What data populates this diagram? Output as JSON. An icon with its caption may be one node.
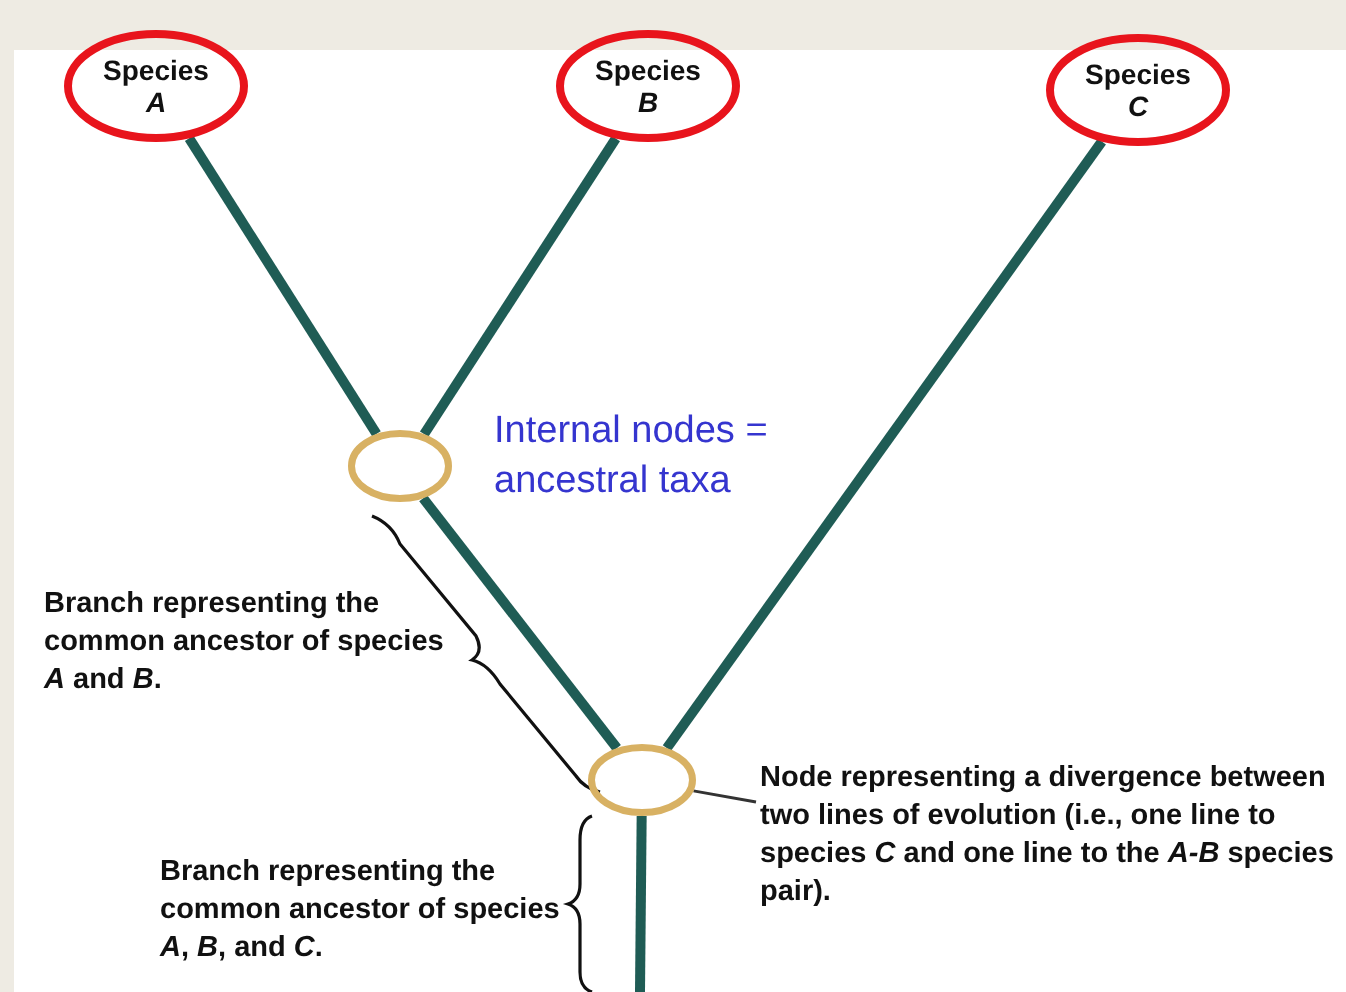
{
  "diagram": {
    "nodes": [
      {
        "text": [
          "Species *A*"
        ]
      },
      {
        "text": [
          "Species *B*"
        ]
      },
      {
        "text": [
          "Species *C*"
        ]
      },
      {
        "text": [],
        "shape": "circle"
      },
      {
        "text": [],
        "shape": "circle"
      },
      {
        "text": [
          "Node representing a divergence between two lines of evolution (i.e., one line to species *C* and one line to the *A-B* species pair)."
        ]
      }
    ],
    "edges": [
      {
        "from": 0,
        "to": 3,
        "arrow": "none"
      },
      {
        "from": 1,
        "to": 3,
        "arrow": "none"
      },
      {
        "from": 3,
        "to": 4,
        "arrow": "none"
      },
      {
        "from": 2,
        "to": 4,
        "arrow": "none"
      },
      {
        "from": 4,
        "to": null,
        "arrow": "none"
      },
      {
        "from": 5,
        "to": 4,
        "arrow": "none"
      }
    ],
    "labels": [
      "Internal nodes = ancestral taxa",
      "Branch representing the common ancestor of species *A* and *B*.",
      "Branch representing the common ancestor of species *A*, *B*, and *C*."
    ]
  }
}
